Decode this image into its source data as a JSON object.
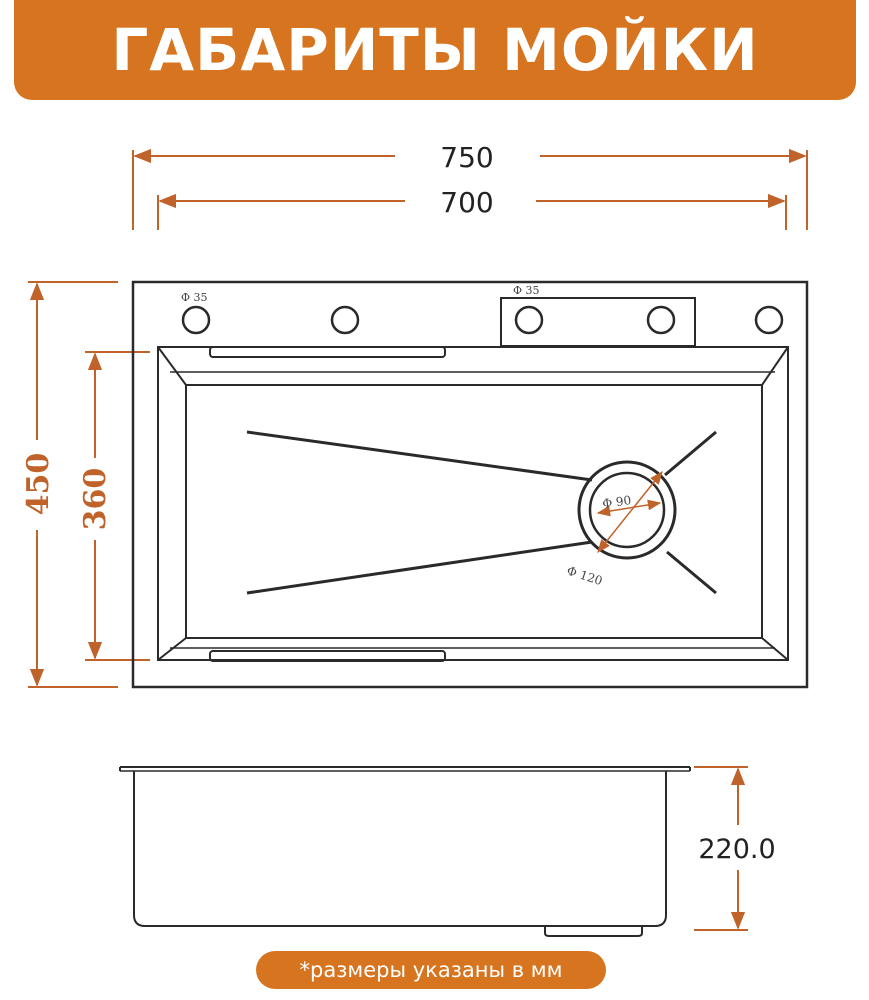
{
  "header": {
    "title": "ГАБАРИТЫ МОЙКИ"
  },
  "dimensions": {
    "outer_width": "750",
    "inner_width": "700",
    "outer_depth": "450",
    "inner_depth": "360",
    "bowl_height": "220.0"
  },
  "holes": {
    "faucet_hole_label": "Φ 35",
    "dispenser_hole_label": "Φ 35"
  },
  "drain": {
    "inner_label": "Φ 90",
    "outer_label": "Φ 120"
  },
  "footer": {
    "note": "*размеры указаны в мм"
  },
  "colors": {
    "accent": "#d7741f",
    "dim_arrow": "#c0632a",
    "line": "#2a2a2a"
  }
}
